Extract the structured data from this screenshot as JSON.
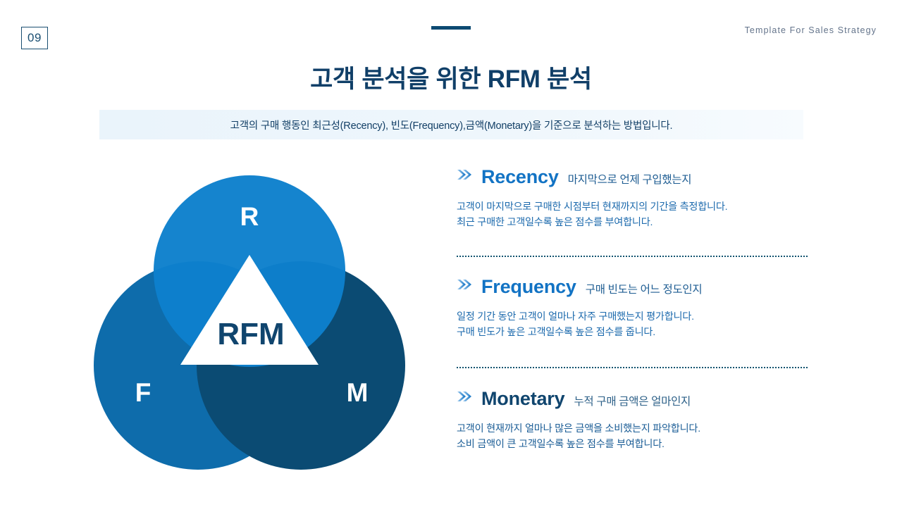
{
  "header": {
    "page_number": "09",
    "tagline": "Template For Sales Strategy"
  },
  "title": "고객 분석을 위한 RFM 분석",
  "subtitle_banner": "고객의 구매 행동인 최근성(Recency), 빈도(Frequency),금액(Monetary)을 기준으로 분석하는 방법입니다.",
  "venn": {
    "center_label": "RFM",
    "circles": [
      {
        "label": "R",
        "color": "#0d80cc",
        "name": "recency-circle"
      },
      {
        "label": "F",
        "color": "#0e6cab",
        "name": "frequency-circle"
      },
      {
        "label": "M",
        "color": "#0b4b73",
        "name": "monetary-circle"
      }
    ],
    "center_color": "#10456e"
  },
  "sections": [
    {
      "id": "recency",
      "icon": "double-chevron-right-icon",
      "title": "Recency",
      "subtitle": "마지막으로 언제 구입했는지",
      "body_line1": "고객이 마지막으로 구매한 시점부터 현재까지의 기간을 측정합니다.",
      "body_line2": "최근 구매한 고객일수록 높은 점수를 부여합니다.",
      "accent": "#1273c4"
    },
    {
      "id": "frequency",
      "icon": "double-chevron-right-icon",
      "title": "Frequency",
      "subtitle": "구매 빈도는 어느 정도인지",
      "body_line1": "일정 기간 동안 고객이 얼마나 자주 구매했는지 평가합니다.",
      "body_line2": "구매 빈도가 높은 고객일수록 높은 점수를 줍니다.",
      "accent": "#1273c4"
    },
    {
      "id": "monetary",
      "icon": "double-chevron-right-icon",
      "title": "Monetary",
      "subtitle": "누적 구매 금액은 얼마인지",
      "body_line1": "고객이 현재까지 얼마나 많은 금액을 소비했는지 파악합니다.",
      "body_line2": "소비 금액이 큰 고객일수록 높은 점수를 부여합니다.",
      "accent": "#10456e"
    }
  ],
  "colors": {
    "title_navy": "#103f68",
    "banner_bg": "#eaf4fb",
    "divider": "#11536f",
    "tagline_gray": "#64748b"
  }
}
